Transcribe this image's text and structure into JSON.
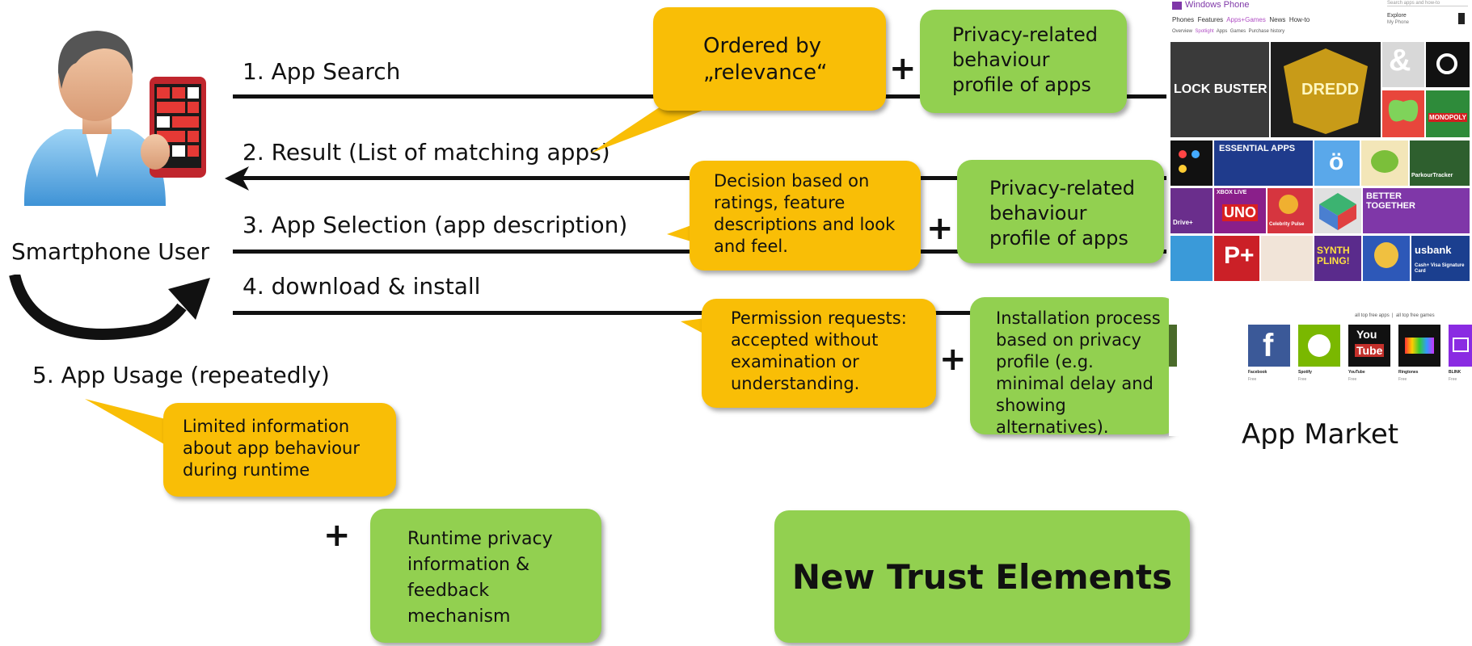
{
  "user": {
    "label": "Smartphone User"
  },
  "market": {
    "label": "App Market",
    "brand": "Windows Phone",
    "nav": [
      "Phones",
      "Features",
      "Apps+Games",
      "News",
      "How-to"
    ],
    "subnav": [
      "Overview",
      "Spotlight",
      "Apps",
      "Games",
      "Purchase history"
    ],
    "search_placeholder": "Search apps and how-to",
    "explore": "Explore",
    "my_phone": "My Phone",
    "tiles": {
      "lock_buster": "LOCK BUSTER",
      "dredd": "DREDD",
      "essential": "ESSENTIAL APPS",
      "xbox": "XBOX LIVE",
      "uno": "UNO",
      "celebrity": "Celebrity Pulse",
      "drive": "Drive+",
      "better_together": "BETTER TOGETHER",
      "synth": "SYNTH PLING!",
      "usbank": "usbank",
      "usbank_sub": "Cash+ Visa Signature Card",
      "parkour": "ParkourTracker",
      "monopoly": "MONOPOLY"
    },
    "top_links": [
      "all top free apps",
      "all top free games"
    ],
    "bottom_apps": [
      {
        "name": "Facebook",
        "price": "Free"
      },
      {
        "name": "Spotify",
        "price": "Free"
      },
      {
        "name": "YouTube",
        "price": "Free"
      },
      {
        "name": "Ringtones",
        "price": "Free"
      },
      {
        "name": "BLINK",
        "price": "Free"
      }
    ]
  },
  "steps": {
    "s1": "1. App Search",
    "s2": "2. Result (List of matching apps)",
    "s3": "3. App Selection (app description)",
    "s4": "4. download & install",
    "s5": "5. App Usage (repeatedly)"
  },
  "callouts": {
    "relevance": "Ordered by „relevance“",
    "decision": "Decision based on ratings, feature descriptions and look and feel.",
    "permission": "Permission requests: accepted without examination or understanding.",
    "limited": "Limited information about app behaviour during runtime"
  },
  "green_boxes": {
    "g1": "Privacy-related behaviour profile of apps",
    "g2": "Privacy-related behaviour profile of apps",
    "g3": "Installation process based on privacy profile (e.g. minimal delay and showing alternatives).",
    "g4": "Runtime privacy information & feedback mechanism",
    "g5": "New Trust Elements"
  },
  "plus_sign": "+",
  "colors": {
    "callout": "#f9be06",
    "green": "#92d050",
    "line": "#111111"
  }
}
